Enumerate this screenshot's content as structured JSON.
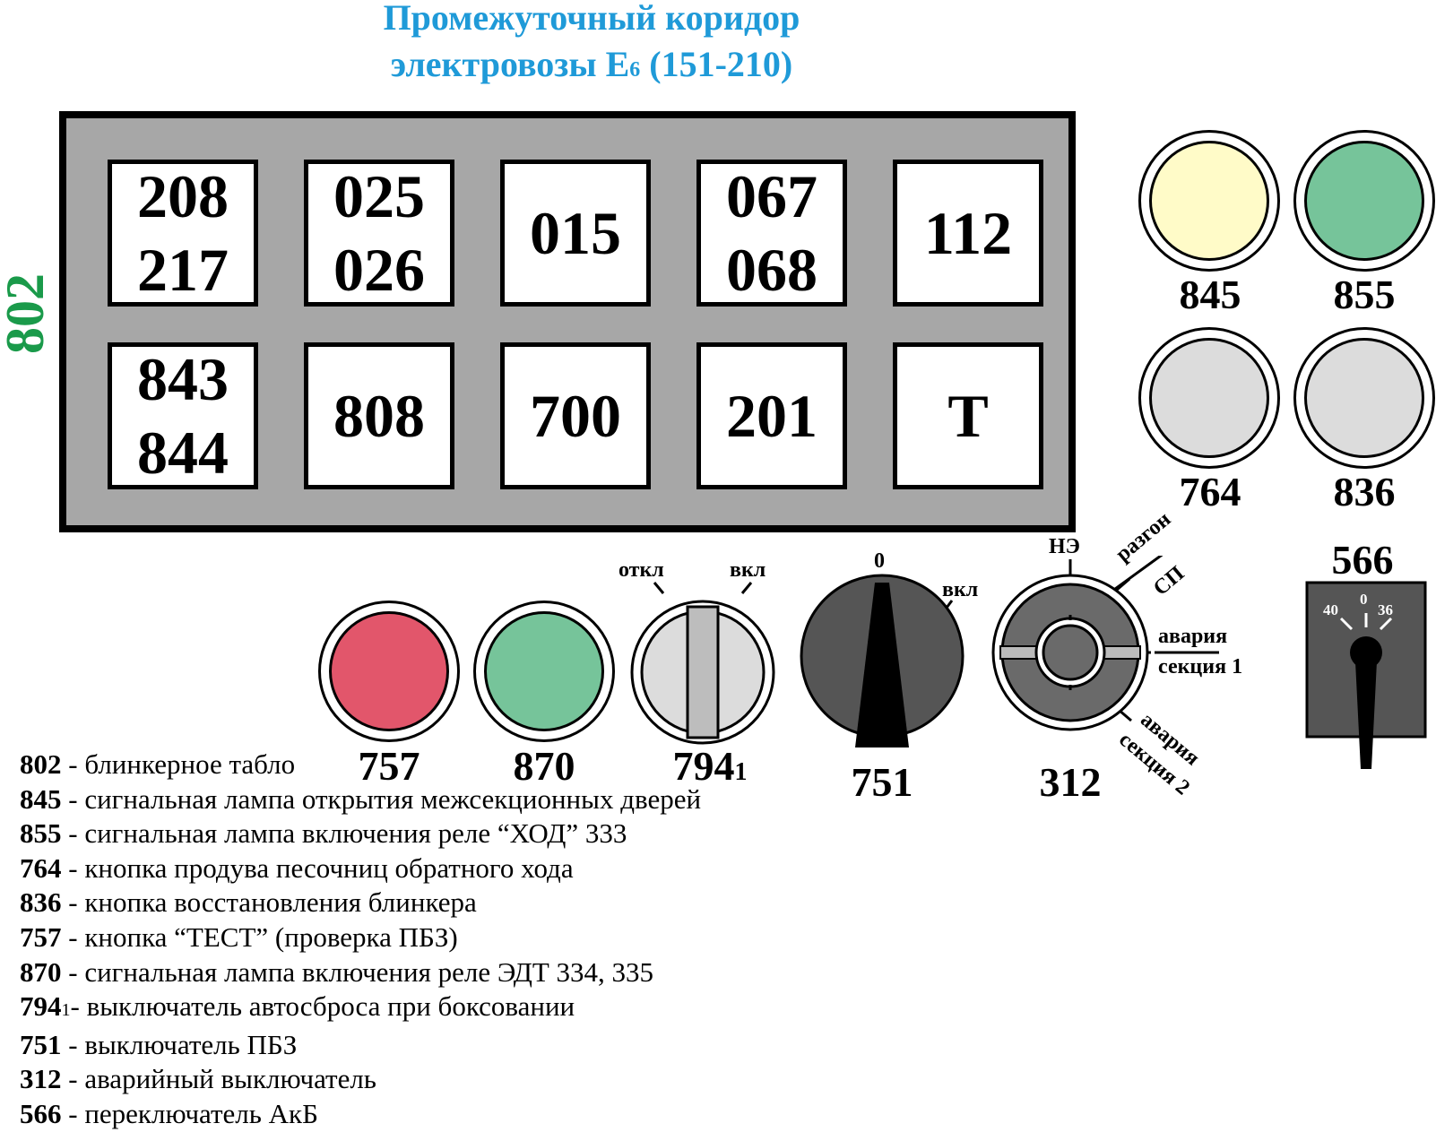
{
  "title": {
    "line1": "Промежуточный коридор",
    "line2_pre": "электровозы Е",
    "line2_sub": "6",
    "line2_post": " (151-210)"
  },
  "panel_label": "802",
  "blinker_cells": [
    [
      "208",
      "217"
    ],
    [
      "025",
      "026"
    ],
    [
      "015"
    ],
    [
      "067",
      "068"
    ],
    [
      "112"
    ],
    [
      "843",
      "844"
    ],
    [
      "808"
    ],
    [
      "700"
    ],
    [
      "201"
    ],
    [
      "Т"
    ]
  ],
  "lamps": [
    {
      "id": "845",
      "color": "#fffbc8"
    },
    {
      "id": "855",
      "color": "#76c49a"
    },
    {
      "id": "764",
      "color": "#dcdcdc"
    },
    {
      "id": "836",
      "color": "#dcdcdc"
    }
  ],
  "buttons": {
    "b757": {
      "id": "757",
      "color": "#e2566b"
    },
    "b870": {
      "id": "870",
      "color": "#76c49a"
    },
    "s794": {
      "id_main": "794",
      "id_sub": "1",
      "label_off": "откл",
      "label_on": "вкл"
    },
    "s751": {
      "id": "751",
      "label_zero": "0",
      "label_on": "вкл"
    },
    "s312": {
      "id": "312",
      "label_ne": "НЭ",
      "label_razgon": "разгон",
      "label_sp": "СП",
      "label_avaria1_a": "авария",
      "label_avaria1_b": "секция 1",
      "label_avaria2_a": "авария",
      "label_avaria2_b": "секция 2"
    },
    "s566": {
      "id": "566",
      "label_40": "40",
      "label_0": "0",
      "label_36": "36"
    }
  },
  "legend": [
    {
      "code": "802",
      "text": " - блинкерное табло"
    },
    {
      "code": "845",
      "text": " - сигнальная лампа открытия межсекционных дверей"
    },
    {
      "code": "855",
      "text": " - сигнальная лампа включения реле “ХОД” 333"
    },
    {
      "code": "764",
      "text": " - кнопка продува песочниц обратного хода"
    },
    {
      "code": "836",
      "text": " - кнопка восстановления блинкера"
    },
    {
      "code": "757",
      "text": " - кнопка “ТЕСТ” (проверка ПБЗ)"
    },
    {
      "code": "870",
      "text": " - сигнальная лампа включения реле ЭДТ 334, 335"
    },
    {
      "code": "794",
      "sub": "1",
      "text": "- выключатель автосброса при боксовании"
    },
    {
      "code": "751",
      "text": " - выключатель ПБЗ"
    },
    {
      "code": "312",
      "text": " - аварийный выключатель"
    },
    {
      "code": "566",
      "text": " - переключатель АкБ"
    }
  ]
}
